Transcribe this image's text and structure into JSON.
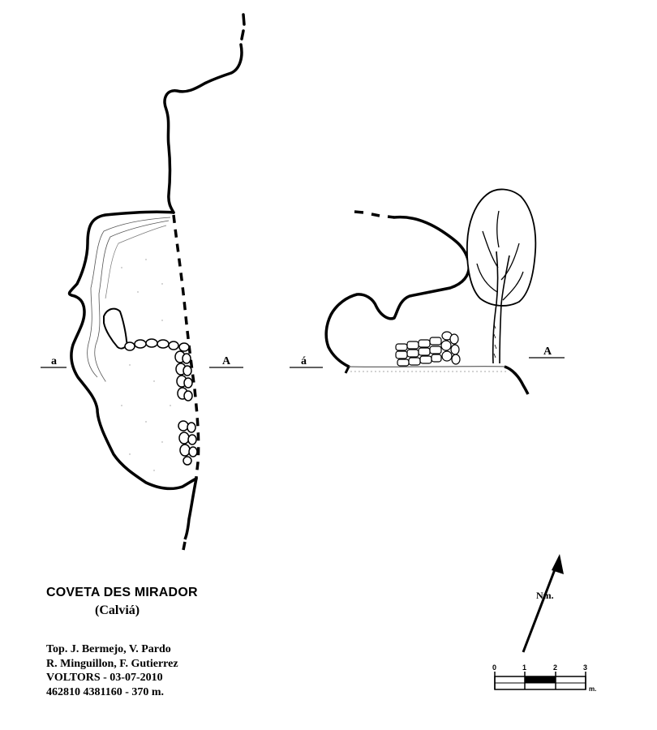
{
  "title": "COVETA DES MIRADOR",
  "subtitle": "(Calviá)",
  "credits": [
    "Top. J. Bermejo, V. Pardo",
    "R. Minguillon, F. Gutierrez",
    "VOLTORS - 03-07-2010",
    "462810 4381160 - 370 m."
  ],
  "section_labels": {
    "plan_left": "a",
    "plan_right": "A",
    "profile_left": "á",
    "profile_right": "A"
  },
  "north_label": "Nm.",
  "scale": {
    "ticks": [
      "0",
      "1",
      "2",
      "3"
    ],
    "unit": "m."
  }
}
